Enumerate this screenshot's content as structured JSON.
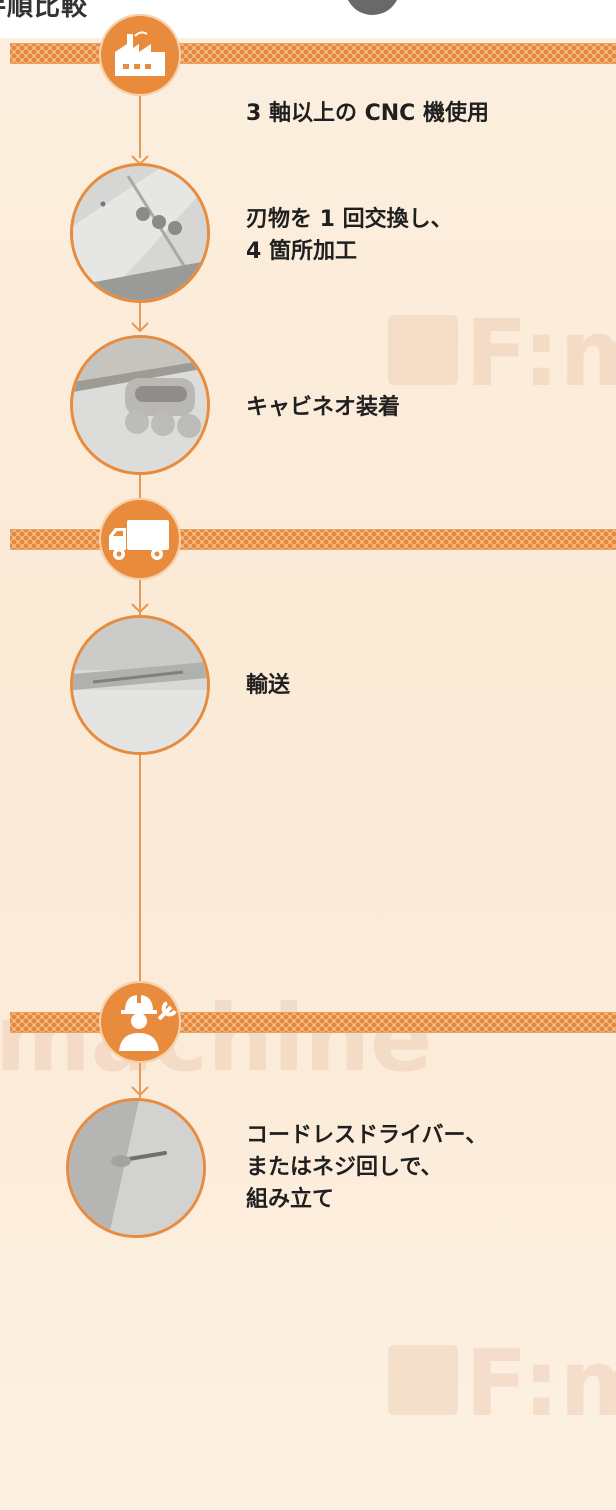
{
  "header": {
    "title": "手順比較"
  },
  "stages": [
    {
      "name": "factory",
      "icon": "factory-icon"
    },
    {
      "name": "transport",
      "icon": "truck-icon"
    },
    {
      "name": "assembly",
      "icon": "worker-icon"
    }
  ],
  "steps": [
    {
      "text": "3 軸以上の CNC 機使用"
    },
    {
      "text": "刃物を 1 回交換し、\n4 箇所加工"
    },
    {
      "text": "キャビネオ装着"
    },
    {
      "text": "輸送"
    },
    {
      "text": "コードレスドライバー、\nまたはネジ回しで、\n組み立て"
    }
  ],
  "watermarks": {
    "brand": "F:ma",
    "machine": "machine"
  },
  "colors": {
    "accent": "#e88b3d",
    "band": "#f1c08e",
    "background": "#fbecd8",
    "text": "#1f1f1f"
  }
}
